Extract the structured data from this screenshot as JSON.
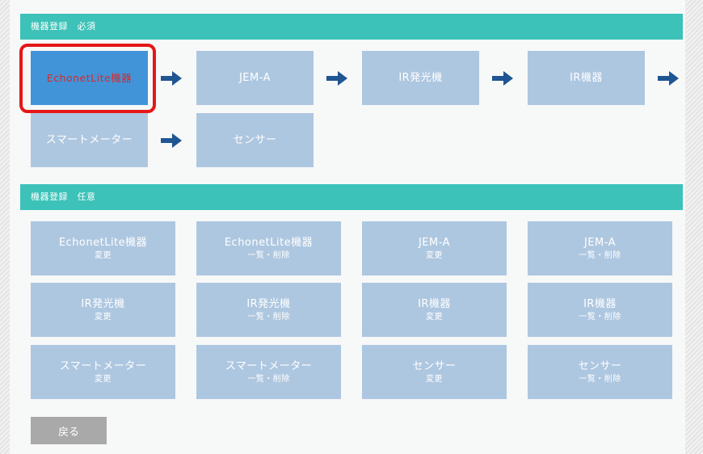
{
  "required": {
    "header": "機器登録　必須",
    "tiles": [
      {
        "label": "EchonetLite機器"
      },
      {
        "label": "JEM-A"
      },
      {
        "label": "IR発光機"
      },
      {
        "label": "IR機器"
      },
      {
        "label": "スマートメーター"
      },
      {
        "label": "センサー"
      }
    ]
  },
  "optional": {
    "header": "機器登録　任意",
    "tiles": [
      {
        "label": "EchonetLite機器",
        "sub": "変更"
      },
      {
        "label": "EchonetLite機器",
        "sub": "一覧・削除"
      },
      {
        "label": "JEM-A",
        "sub": "変更"
      },
      {
        "label": "JEM-A",
        "sub": "一覧・削除"
      },
      {
        "label": "IR発光機",
        "sub": "変更"
      },
      {
        "label": "IR発光機",
        "sub": "一覧・削除"
      },
      {
        "label": "IR機器",
        "sub": "変更"
      },
      {
        "label": "IR機器",
        "sub": "一覧・削除"
      },
      {
        "label": "スマートメーター",
        "sub": "変更"
      },
      {
        "label": "スマートメーター",
        "sub": "一覧・削除"
      },
      {
        "label": "センサー",
        "sub": "変更"
      },
      {
        "label": "センサー",
        "sub": "一覧・削除"
      }
    ]
  },
  "back_button": "戻る",
  "colors": {
    "header_bg": "#3cc2b8",
    "tile_bg": "#aec7e0",
    "active_tile_bg": "#4294d8",
    "active_text": "#d62a2a",
    "highlight_border": "#e61717",
    "arrow": "#1e5592",
    "back_button_bg": "#a9a9a9"
  }
}
